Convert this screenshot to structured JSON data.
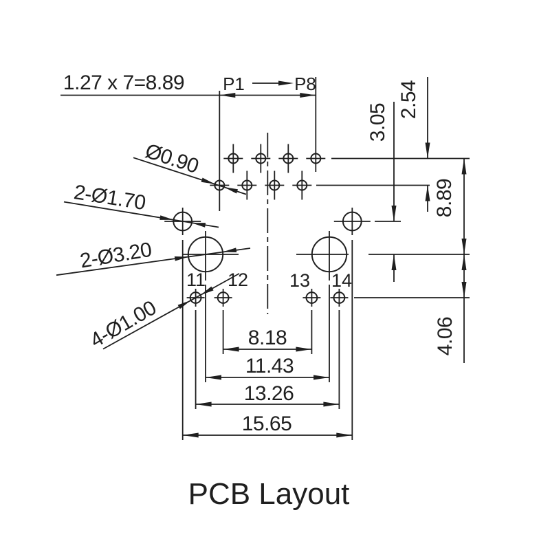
{
  "title": "PCB Layout",
  "top_dim": {
    "label": "1.27 x 7=8.89",
    "pin_first": "P1",
    "pin_last": "P8"
  },
  "callouts": {
    "pin_hole": "Ø0.90",
    "mount_hole": "2-Ø1.70",
    "big_hole": "2-Ø3.20",
    "pad_hole": "4-Ø1.00"
  },
  "pad_labels": {
    "p11": "11",
    "p12": "12",
    "p13": "13",
    "p14": "14"
  },
  "vertical_dims": {
    "row_pitch": "2.54",
    "mount_to_big": "3.05",
    "row_to_big": "8.89",
    "big_to_pad": "4.06"
  },
  "horizontal_dims": {
    "pads_inner": "8.18",
    "big_pitch": "11.43",
    "pads_outer": "13.26",
    "mount_pitch": "15.65"
  },
  "colors": {
    "ink": "#1f1f1f",
    "background": "#ffffff"
  }
}
